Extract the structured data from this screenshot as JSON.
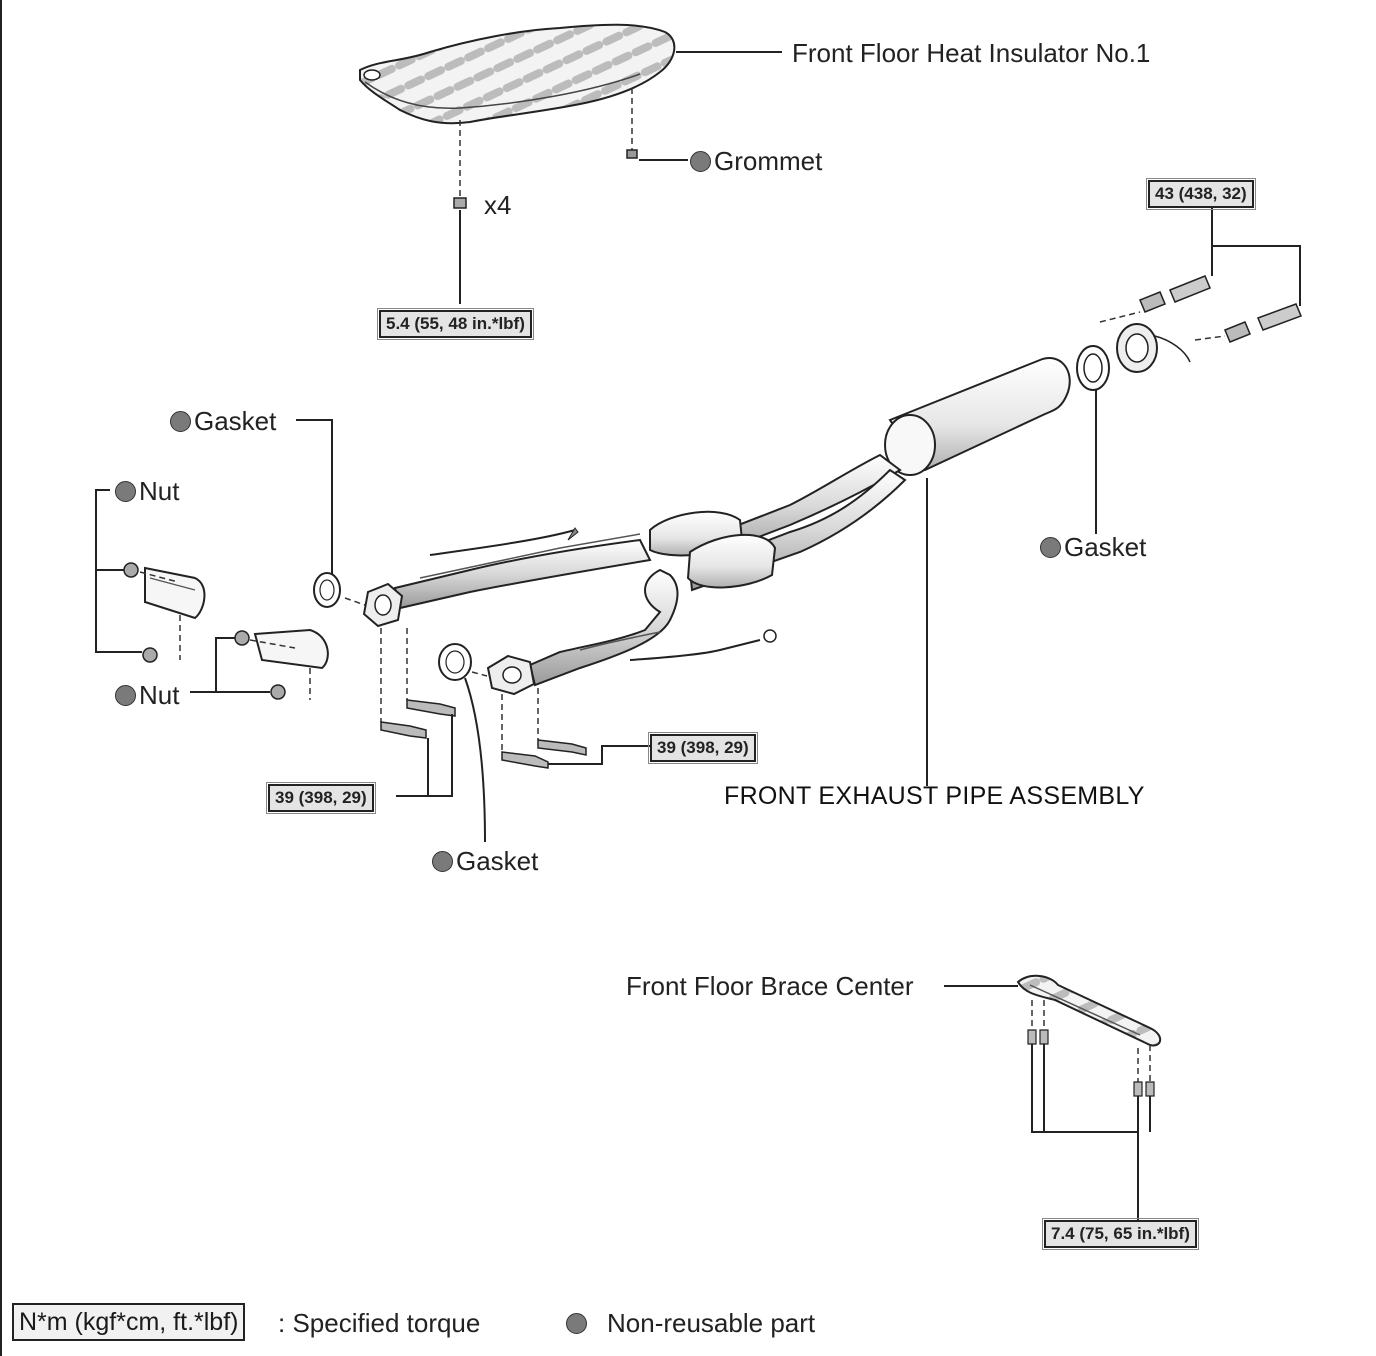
{
  "labels": {
    "heat_insulator": "Front Floor Heat Insulator No.1",
    "grommet": "Grommet",
    "x4": "x4",
    "gasket_left": "Gasket",
    "nut_top": "Nut",
    "nut_bottom": "Nut",
    "gasket_right": "Gasket",
    "gasket_bottom": "Gasket",
    "assembly": "FRONT EXHAUST PIPE ASSEMBLY",
    "brace": "Front Floor Brace Center"
  },
  "torques": {
    "insulator": "5.4 (55, 48 in.*lbf)",
    "rear_flange": "43 (438, 32)",
    "left_flange": "39 (398, 29)",
    "right_flange": "39 (398, 29)",
    "brace": "7.4 (75, 65 in.*lbf)"
  },
  "legend": {
    "torque_unit": "N*m (kgf*cm, ft.*lbf)",
    "torque_text": ": Specified torque",
    "nonreusable_text": "Non-reusable part"
  },
  "colors": {
    "line": "#1a1a1a",
    "part_fill": "#f4f4f4",
    "shade": "#bdbdbd",
    "dot": "#7a7a7a"
  }
}
